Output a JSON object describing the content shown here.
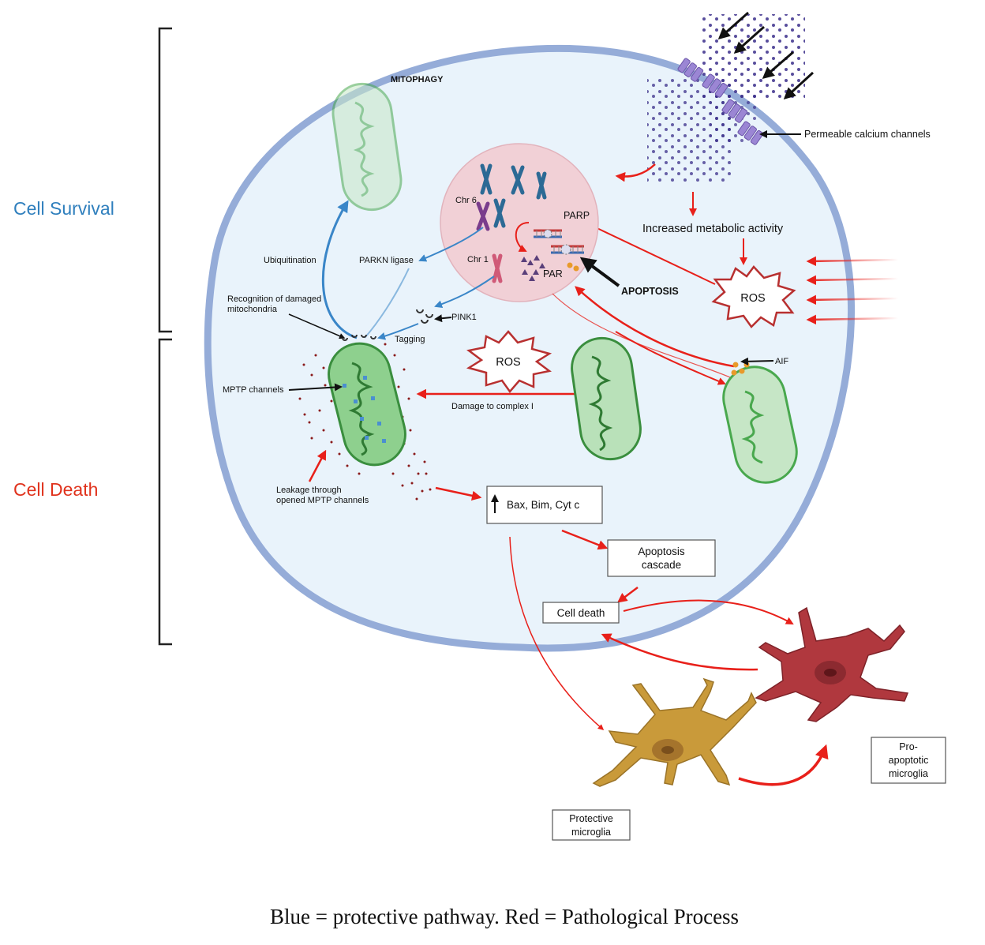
{
  "side_labels": {
    "cell_survival": "Cell Survival",
    "cell_death": "Cell Death"
  },
  "labels": {
    "mitophagy": "MITOPHAGY",
    "permeable_calcium_channels": "Permeable calcium channels",
    "increased_metabolic_activity": "Increased metabolic activity",
    "ros_right": "ROS",
    "ros_center": "ROS",
    "parp": "PARP",
    "par": "PAR",
    "apoptosis": "APOPTOSIS",
    "chr6": "Chr 6",
    "chr1": "Chr 1",
    "ubiquitination": "Ubiquitination",
    "parkn_ligase": "PARKN ligase",
    "pink1": "PINK1",
    "tagging": "Tagging",
    "recognition_line1": "Recognition of damaged",
    "recognition_line2": "mitochondria",
    "mptp_channels": "MPTP channels",
    "damage_complex": "Damage to complex I",
    "aif": "AIF",
    "leakage_line1": "Leakage through",
    "leakage_line2": "opened MPTP channels"
  },
  "boxes": {
    "bax": "Bax, Bim, Cyt c",
    "apoptosis_line1": "Apoptosis",
    "apoptosis_line2": "cascade",
    "cell_death": "Cell death",
    "protective_line1": "Protective",
    "protective_line2": "microglia",
    "pro_line1": "Pro-",
    "pro_line2": "apoptotic",
    "pro_line3": "microglia"
  },
  "caption": "Blue = protective pathway. Red = Pathological Process",
  "colors": {
    "protective": "#3a86c8",
    "pathological": "#e8201a",
    "cell_membrane": "#95acd8",
    "cell_fill": "#e9f3fb",
    "nucleus": "#f1d0d6",
    "mito_green": "#49a84e",
    "protective_microglia": "#c99a3a",
    "pro_apoptotic_microglia": "#b0383e"
  }
}
